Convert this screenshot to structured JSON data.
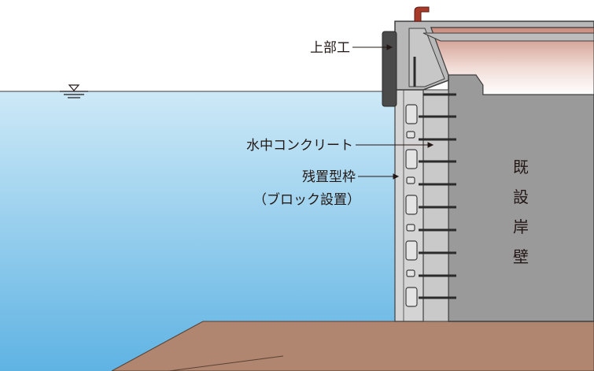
{
  "labels": {
    "superstructure": "上部工",
    "underwater_concrete": "水中コンクリート",
    "formwork_line1": "残置型枠",
    "formwork_line2": "（ブロック設置）",
    "existing_wall": [
      "既",
      "設",
      "岸",
      "壁"
    ]
  },
  "colors": {
    "water_top": "#cde9f7",
    "water_bottom": "#5fb3e3",
    "seabed": "#b08670",
    "wall_fill": "#9a9a9a",
    "wall_stroke": "#3e3e3e",
    "cap_fill": "#b8b8b8",
    "concrete_fill": "#c9c9c9",
    "formwork_fill": "#d4d4d4",
    "anchor_color": "#2b2b2b",
    "superstructure_dark": "#4a4a4a",
    "handrail": "#a83a2a",
    "text": "#231815"
  }
}
